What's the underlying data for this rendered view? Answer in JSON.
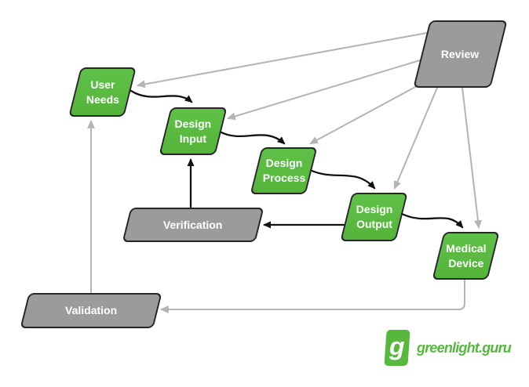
{
  "diagram": {
    "nodes": {
      "user_needs": {
        "label": "User Needs",
        "color": "green"
      },
      "design_input": {
        "label": "Design Input",
        "color": "green"
      },
      "design_process": {
        "label": "Design Process",
        "color": "green"
      },
      "design_output": {
        "label": "Design Output",
        "color": "green"
      },
      "medical_device": {
        "label": "Medical Device",
        "color": "green"
      },
      "review": {
        "label": "Review",
        "color": "gray"
      },
      "verification": {
        "label": "Verification",
        "color": "gray"
      },
      "validation": {
        "label": "Validation",
        "color": "gray"
      }
    },
    "edges": [
      {
        "from": "user_needs",
        "to": "design_input",
        "style": "black-curve"
      },
      {
        "from": "design_input",
        "to": "design_process",
        "style": "black-curve"
      },
      {
        "from": "design_process",
        "to": "design_output",
        "style": "black-curve"
      },
      {
        "from": "design_output",
        "to": "medical_device",
        "style": "black-curve"
      },
      {
        "from": "verification",
        "to": "design_input",
        "style": "black-straight"
      },
      {
        "from": "design_output",
        "to": "verification",
        "style": "black-straight"
      },
      {
        "from": "review",
        "to": "user_needs",
        "style": "gray-straight"
      },
      {
        "from": "review",
        "to": "design_input",
        "style": "gray-straight"
      },
      {
        "from": "review",
        "to": "design_process",
        "style": "gray-straight"
      },
      {
        "from": "review",
        "to": "design_output",
        "style": "gray-straight"
      },
      {
        "from": "review",
        "to": "medical_device",
        "style": "gray-straight"
      },
      {
        "from": "medical_device",
        "to": "validation",
        "style": "gray-elbow"
      },
      {
        "from": "validation",
        "to": "user_needs",
        "style": "gray-straight"
      }
    ],
    "colors": {
      "node_green": "#57B83E",
      "node_gray": "#9B9B9B",
      "node_border": "#262626",
      "arrow_black": "#111111",
      "arrow_gray": "#B4B4B4",
      "background": "#FFFFFF"
    }
  },
  "logo": {
    "glyph": "g",
    "wordmark": "greenlight.guru",
    "brand_color": "#57B83E"
  }
}
